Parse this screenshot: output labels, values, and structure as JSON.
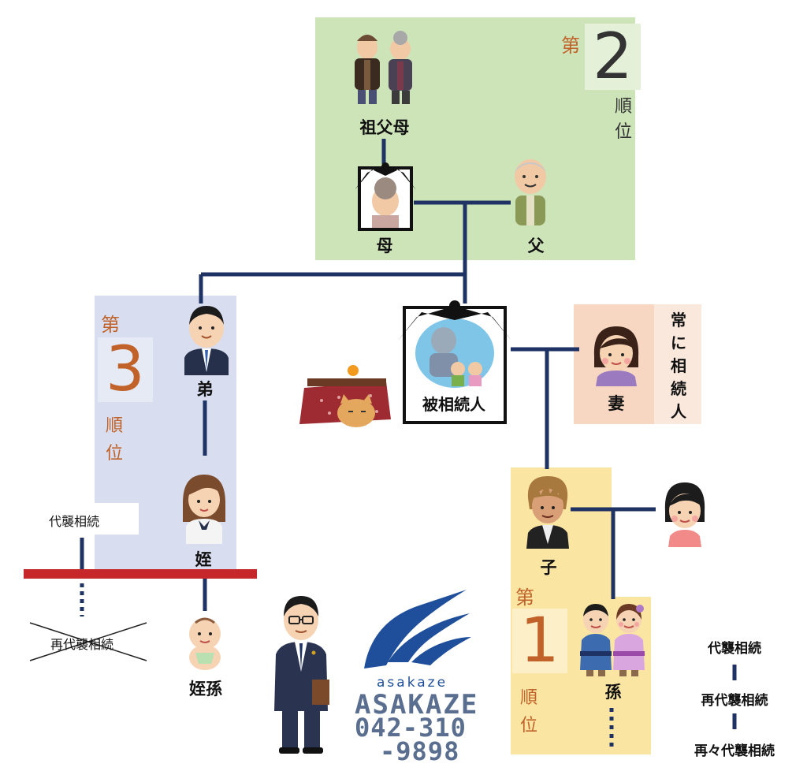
{
  "rank2": {
    "prefix": "第",
    "number": "2",
    "suffix_chars": [
      "順",
      "位"
    ]
  },
  "rank3": {
    "prefix": "第",
    "number": "3",
    "suffix_chars": [
      "順",
      "位"
    ]
  },
  "rank1": {
    "prefix": "第",
    "number": "1",
    "suffix_chars": [
      "順",
      "位"
    ]
  },
  "people": {
    "grandparents": "祖父母",
    "mother": "母",
    "father": "父",
    "deceased": "被相続人",
    "brother": "弟",
    "niece": "姪",
    "grandniece": "姪孫",
    "wife": "妻",
    "child": "子",
    "grandchild": "孫"
  },
  "always_heir": [
    "常",
    "に",
    "相",
    "続",
    "人"
  ],
  "substitution": {
    "daishu": "代襲相続",
    "re_daishu": "再代襲相続"
  },
  "legend": {
    "item1": "代襲相続",
    "item2": "再代襲相続",
    "item3": "再々代襲相続"
  },
  "logo": {
    "brand_small": "asakaze",
    "brand_large": "ASAKAZE",
    "phone_line1": "042-310",
    "phone_line2": "-9898"
  },
  "colors": {
    "rank2_bg": "#cde4b9",
    "rank3_bg": "#d8deef",
    "rank1_bg": "#fbe5a2",
    "wife_bg": "#f7d7c2",
    "line": "#1f3264",
    "red_bar": "#c5272a",
    "rank_text": "#c0622a",
    "brand_blue": "#1f4f9b",
    "brand_slate": "#5a6e8f"
  }
}
